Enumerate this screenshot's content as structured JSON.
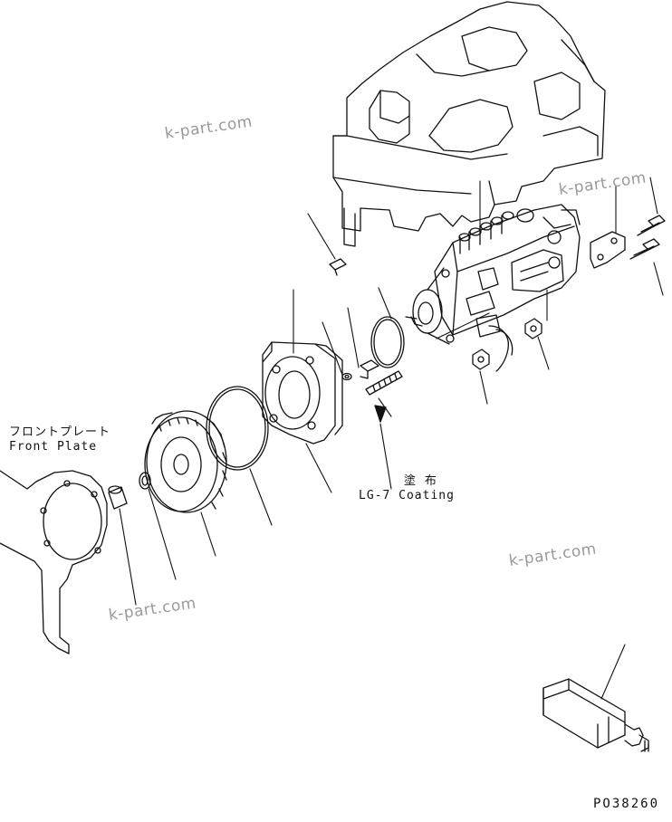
{
  "labels": {
    "front_plate_jp": "フロントプレート",
    "front_plate_en": "Front Plate",
    "coating_jp": "塗 布",
    "coating_en": "LG-7 Coating",
    "doc_code": "PO38260"
  },
  "watermark": {
    "text": "k-part.com"
  },
  "colors": {
    "line": "#111111",
    "watermark": "#9a9a9a",
    "background": "#ffffff"
  }
}
